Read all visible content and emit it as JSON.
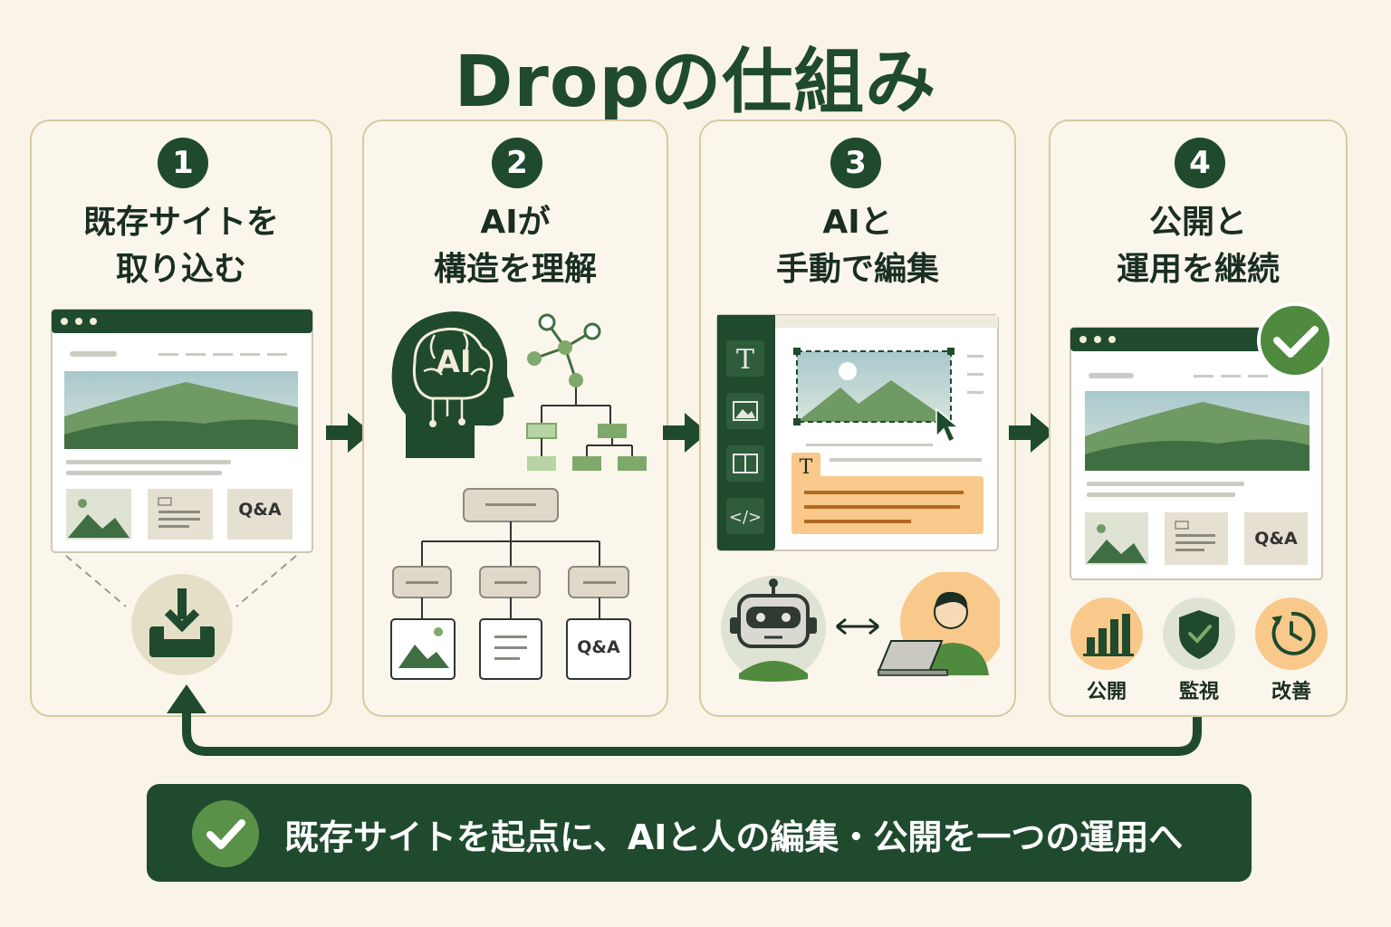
{
  "title": "Dropの仕組み",
  "steps": [
    {
      "number": "1",
      "title_line1": "既存サイトを",
      "title_line2": "取り込む"
    },
    {
      "number": "2",
      "title_line1": "AIが",
      "title_line2": "構造を理解"
    },
    {
      "number": "3",
      "title_line1": "AIと",
      "title_line2": "手動で編集"
    },
    {
      "number": "4",
      "title_line1": "公開と",
      "title_line2": "運用を継続"
    }
  ],
  "step1": {
    "qa_label": "Q&A"
  },
  "step2": {
    "brain_label": "AI",
    "qa_label": "Q&A"
  },
  "step3": {
    "text_tool_letter": "T",
    "code_tool": "</>"
  },
  "step4": {
    "qa_label": "Q&A",
    "icons": [
      {
        "label": "公開",
        "icon": "bar-chart-icon"
      },
      {
        "label": "監視",
        "icon": "shield-check-icon"
      },
      {
        "label": "改善",
        "icon": "clock-refresh-icon"
      }
    ]
  },
  "banner": {
    "text": "既存サイトを起点に、AIと人の編集・公開を一つの運用へ"
  },
  "colors": {
    "primary": "#1f4a2e",
    "accent_green": "#5a9148",
    "background": "#faf4e8",
    "panel_border": "#d8c9a0",
    "highlight_orange": "#f8c98a"
  }
}
